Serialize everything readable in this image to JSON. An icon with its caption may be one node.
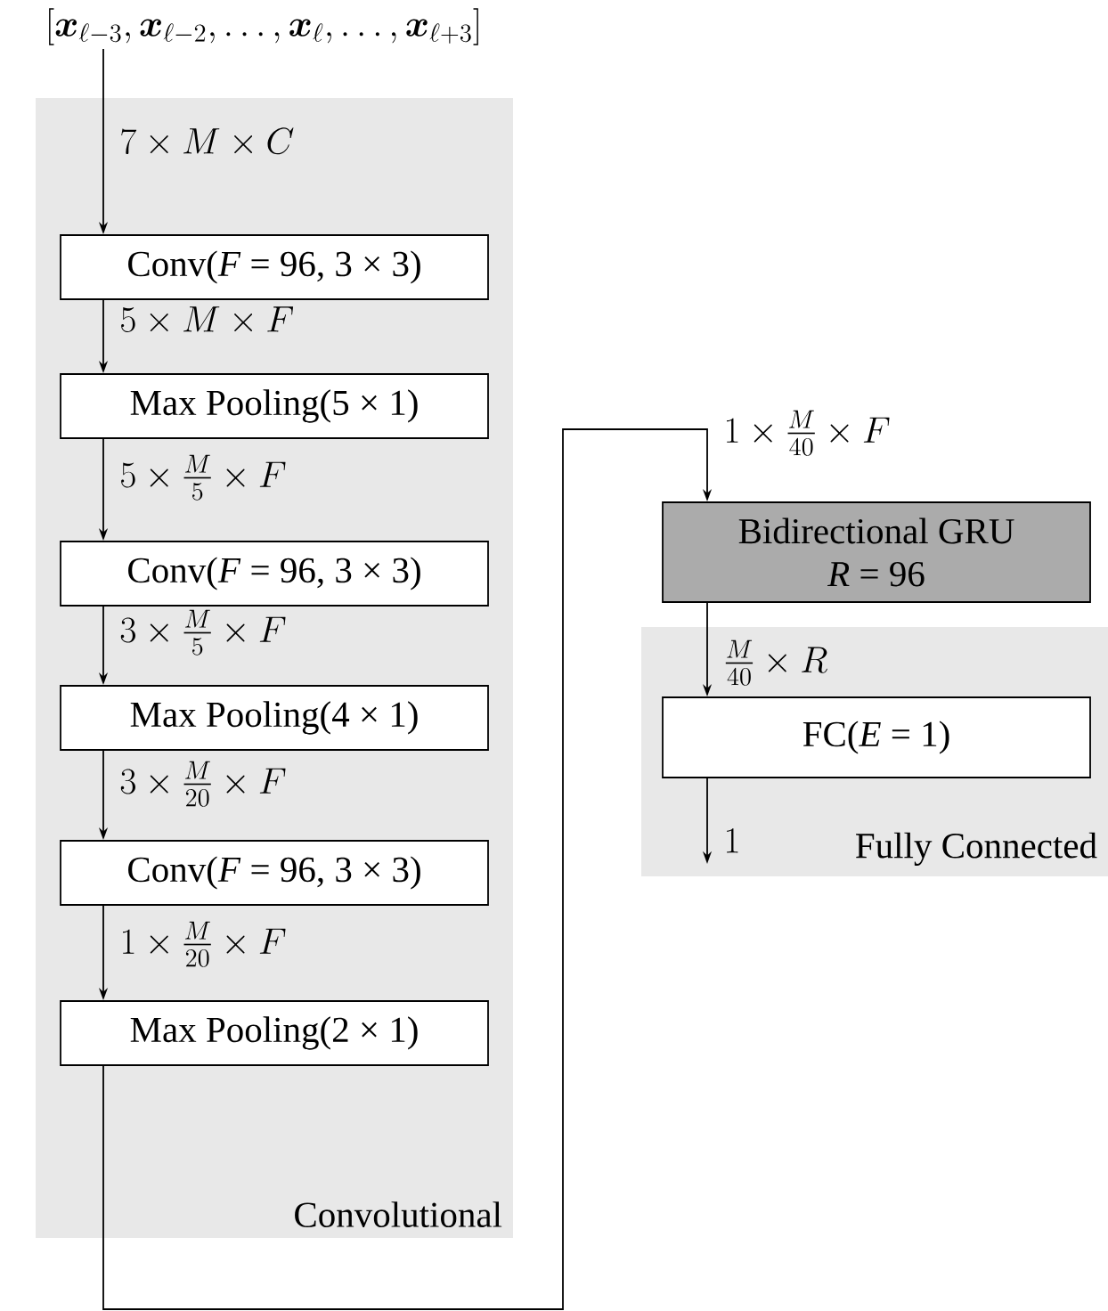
{
  "diagram": {
    "nodes": [
      {
        "text": [
          "[\\boldsymbol{x}_{\\ell-3}, \\boldsymbol{x}_{\\ell-2}, \\ldots, \\boldsymbol{x}_{\\ell}, \\ldots, \\boldsymbol{x}_{\\ell+3}]"
        ]
      },
      {
        "text": [
          "Convolutional"
        ]
      },
      {
        "text": [
          "Conv(*F* = 96, 3 × 3)"
        ],
        "in": 1
      },
      {
        "text": [
          "Max Pooling(5 × 1)"
        ],
        "in": 1
      },
      {
        "text": [
          "Conv(*F* = 96, 3 × 3)"
        ],
        "in": 1
      },
      {
        "text": [
          "Max Pooling(4 × 1)"
        ],
        "in": 1
      },
      {
        "text": [
          "Conv(*F* = 96, 3 × 3)"
        ],
        "in": 1
      },
      {
        "text": [
          "Max Pooling(2 × 1)"
        ],
        "in": 1
      },
      {
        "text": [
          "Bidirectional GRU",
          "*R* = 96"
        ]
      },
      {
        "text": [
          "Fully Connected"
        ]
      },
      {
        "text": [
          "FC(*E* = 1)"
        ],
        "in": 9
      }
    ],
    "edges": [
      {
        "from": 0,
        "to": 2,
        "arrow": "to",
        "label": "7 \\times M \\times C"
      },
      {
        "from": 2,
        "to": 3,
        "arrow": "to",
        "label": "5 \\times M \\times F"
      },
      {
        "from": 3,
        "to": 4,
        "arrow": "to",
        "label": "5 \\times \\tfrac{M}{5} \\times F"
      },
      {
        "from": 4,
        "to": 5,
        "arrow": "to",
        "label": "3 \\times \\tfrac{M}{5} \\times F"
      },
      {
        "from": 5,
        "to": 6,
        "arrow": "to",
        "label": "3 \\times \\tfrac{M}{20} \\times F"
      },
      {
        "from": 6,
        "to": 7,
        "arrow": "to",
        "label": "1 \\times \\tfrac{M}{20} \\times F"
      },
      {
        "from": 7,
        "to": 8,
        "arrow": "to",
        "label": "1 \\times \\tfrac{M}{40} \\times F"
      },
      {
        "from": 8,
        "to": 10,
        "arrow": "to",
        "label": "\\tfrac{M}{40} \\times R"
      },
      {
        "from": 10,
        "to": null,
        "arrow": "to",
        "label": "1"
      }
    ]
  }
}
